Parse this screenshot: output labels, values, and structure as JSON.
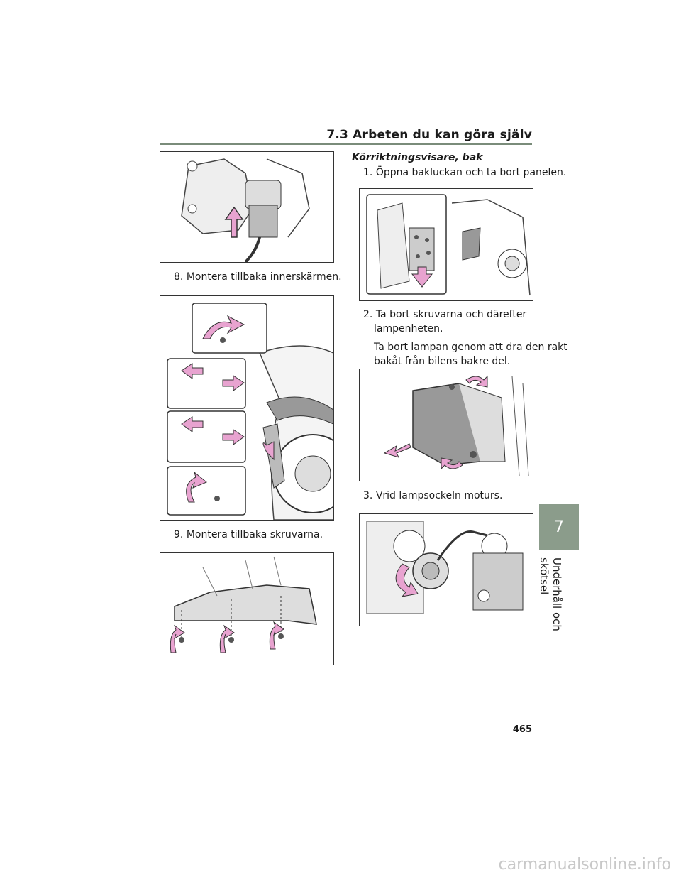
{
  "header": {
    "title": "7.3  Arbeten du kan göra själv"
  },
  "left_column": {
    "step8": {
      "number": "8.",
      "text": "Montera tillbaka innerskärmen."
    },
    "step9": {
      "number": "9.",
      "text": "Montera tillbaka skruvarna."
    }
  },
  "right_column": {
    "subheading": "Körriktningsvisare, bak",
    "step1": {
      "number": "1.",
      "text": "Öppna bakluckan och ta bort panelen."
    },
    "step2": {
      "number": "2.",
      "line1": "Ta bort skruvarna och därefter",
      "line2": "lampenheten.",
      "note1": "Ta bort lampan genom att dra den rakt",
      "note2": "bakåt från bilens bakre del."
    },
    "step3": {
      "number": "3.",
      "text": "Vrid lampsockeln moturs."
    }
  },
  "side_tab": {
    "chapter": "7",
    "label": "Underhåll och skötsel"
  },
  "footer": {
    "page_number": "465",
    "watermark": "carmanualsonline.info"
  },
  "colors": {
    "arrow_pink": "#e8a3d0",
    "tab_green": "#8b9c8b",
    "rule": "#7a8c7a"
  }
}
